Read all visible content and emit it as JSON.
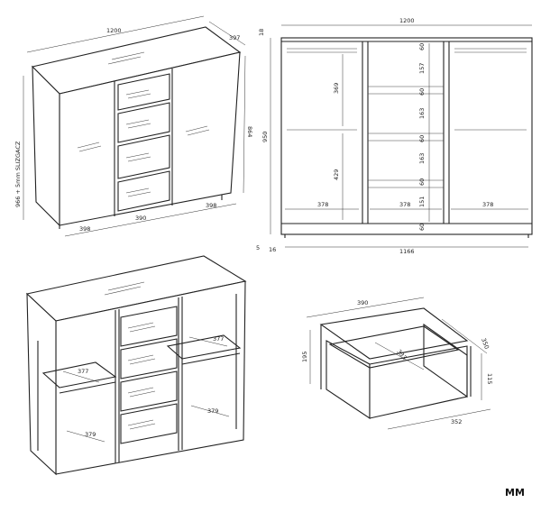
{
  "brand": "MM",
  "views": {
    "iso_closed": {
      "width": "1200",
      "depth": "397",
      "height": "864",
      "height_alt": "966 + 5mm SLIZGACZ",
      "bottom": [
        "398",
        "390",
        "398"
      ]
    },
    "front": {
      "width": "1200",
      "inner_width": "1166",
      "top_thickness": "18",
      "bottom_thickness": "16",
      "foot": "5",
      "height": "950",
      "left_upper": "369",
      "left_lower": "429",
      "drawer_heights": [
        "60",
        "157",
        "60",
        "163",
        "60",
        "163",
        "60",
        "151",
        "60"
      ],
      "compartments": [
        "378",
        "378",
        "378"
      ]
    },
    "iso_open": {
      "labels": [
        "377",
        "377",
        "379",
        "379"
      ]
    },
    "drawer": {
      "width": "390",
      "depth": "350",
      "height": "195",
      "side_height": "115",
      "inner_depth": "333",
      "inner_width": "352"
    }
  }
}
